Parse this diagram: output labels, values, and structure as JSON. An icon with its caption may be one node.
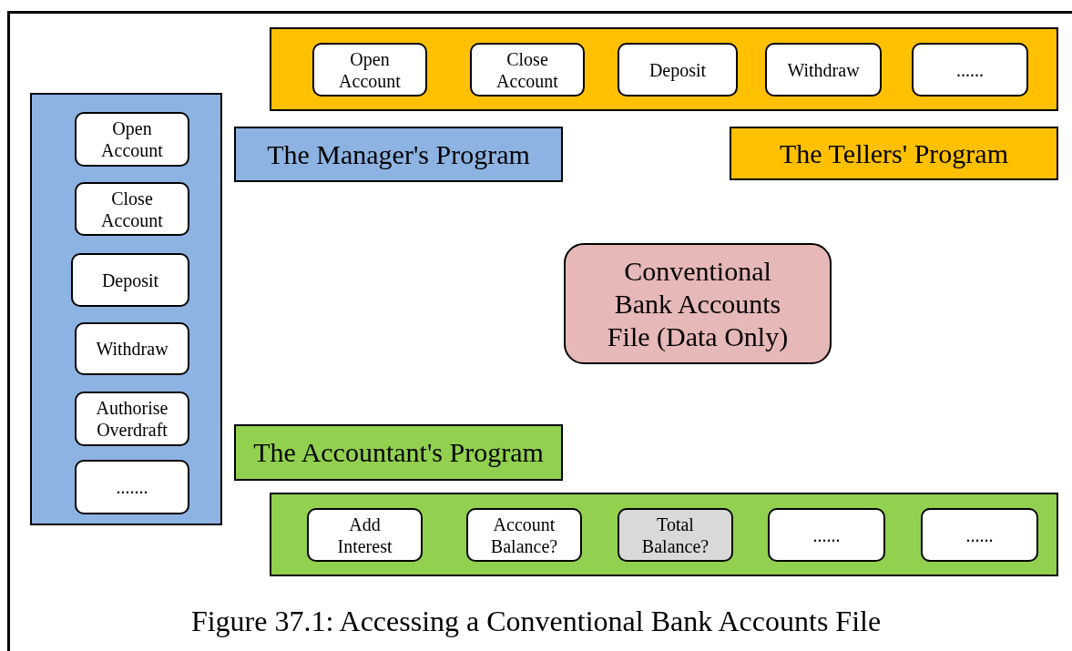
{
  "diagram": {
    "caption": "Figure 37.1: Accessing a Conventional Bank Accounts File",
    "nodes": [
      {
        "text": [],
        "shape": "box"
      },
      {
        "text": [
          "Open Account"
        ],
        "in": 0
      },
      {
        "text": [
          "Close Account"
        ],
        "in": 0
      },
      {
        "text": [
          "Deposit"
        ],
        "in": 0
      },
      {
        "text": [
          "Withdraw"
        ],
        "in": 0
      },
      {
        "text": [
          "......"
        ],
        "in": 0
      },
      {
        "text": [],
        "shape": "box"
      },
      {
        "text": [
          "Open Account"
        ],
        "in": 6
      },
      {
        "text": [
          "Close Account"
        ],
        "in": 6
      },
      {
        "text": [
          "Deposit"
        ],
        "in": 6
      },
      {
        "text": [
          "Withdraw"
        ],
        "in": 6
      },
      {
        "text": [
          "Authorise Overdraft"
        ],
        "in": 6
      },
      {
        "text": [
          "......."
        ],
        "in": 6
      },
      {
        "text": [
          "The Manager's Program"
        ]
      },
      {
        "text": [
          "The Tellers' Program"
        ]
      },
      {
        "text": [
          "Conventional Bank Accounts File (Data Only)"
        ]
      },
      {
        "text": [
          "The Accountant's Program"
        ]
      },
      {
        "text": [],
        "shape": "box"
      },
      {
        "text": [
          "Add Interest"
        ],
        "in": 17
      },
      {
        "text": [
          "Account Balance?"
        ],
        "in": 17
      },
      {
        "text": [
          "Total Balance?"
        ],
        "in": 17
      },
      {
        "text": [
          "......"
        ],
        "in": 17
      },
      {
        "text": [
          "......"
        ],
        "in": 17
      }
    ],
    "edges": []
  }
}
